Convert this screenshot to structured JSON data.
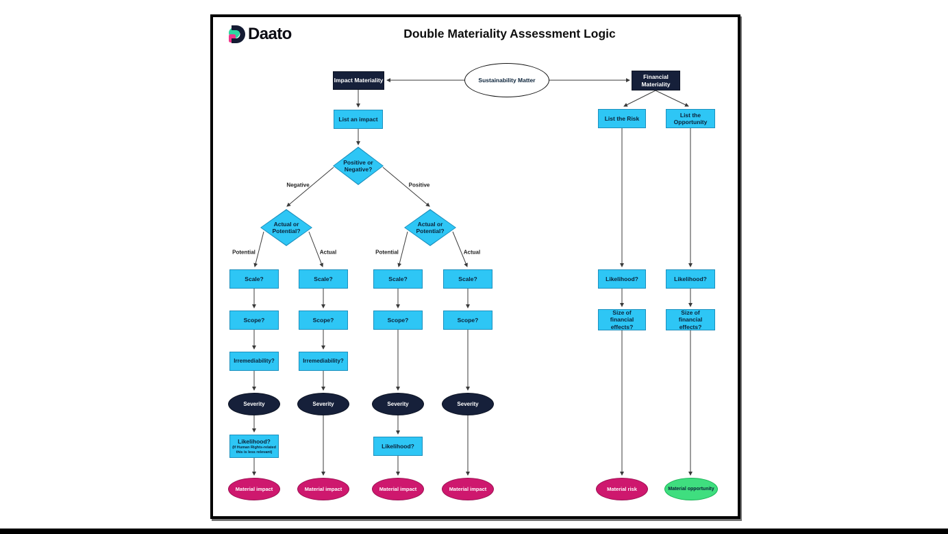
{
  "header": {
    "brand": "Daato",
    "title": "Double Materiality Assessment Logic"
  },
  "nodes": {
    "sustainability_matter": "Sustainability Matter",
    "impact_materiality": "Impact Materiality",
    "financial_materiality": "Financial Materiality",
    "list_an_impact": "List an impact",
    "positive_or_negative": "Positive or Negative?",
    "actual_or_potential": "Actual or Potential?",
    "scale": "Scale?",
    "scope": "Scope?",
    "irremediability": "Irremediability?",
    "severity": "Severity",
    "likelihood": "Likelihood?",
    "likelihood_note": "(If Human Rights-related this is less relevant)",
    "material_impact": "Material impact",
    "list_the_risk": "List the Risk",
    "list_the_opportunity": "List the Opportunity",
    "size_of_financial_effects": "Size of financial effects?",
    "material_risk": "Material risk",
    "material_opportunity": "Material opportunity"
  },
  "edge_labels": {
    "negative": "Negative",
    "positive": "Positive",
    "potential": "Potential",
    "actual": "Actual"
  },
  "colors": {
    "node_cyan": "#2EC6F5",
    "node_navy": "#16203A",
    "terminal_pink": "#CE186E",
    "terminal_green": "#3FDE7F",
    "connector": "#3A3A3A",
    "logo_teal": "#2FD5A0",
    "logo_pink": "#F0368B",
    "logo_navy": "#141B33"
  }
}
